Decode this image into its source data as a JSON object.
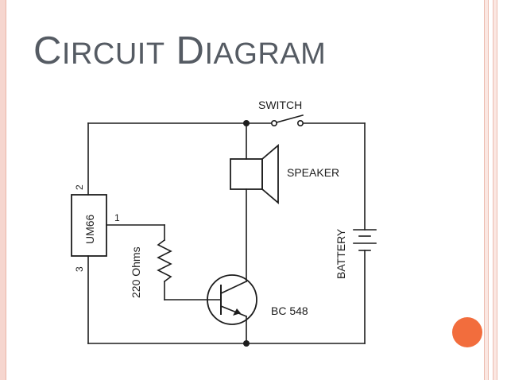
{
  "slide": {
    "title": {
      "first_big": "C",
      "first_rest": "IRCUIT",
      "second_big": "D",
      "second_rest": "IAGRAM"
    }
  },
  "diagram": {
    "ic_label": "UM66",
    "pin1": "1",
    "pin2": "2",
    "pin3": "3",
    "resistor_label": "220 Ohms",
    "switch_label": "SWITCH",
    "speaker_label": "SPEAKER",
    "battery_label": "BATTERY",
    "transistor_label": "BC 548"
  },
  "colors": {
    "title": "#555b63",
    "accent_orange": "#f26d3d",
    "border_pink": "#f6d6cf",
    "wire": "#1d1d1d"
  }
}
